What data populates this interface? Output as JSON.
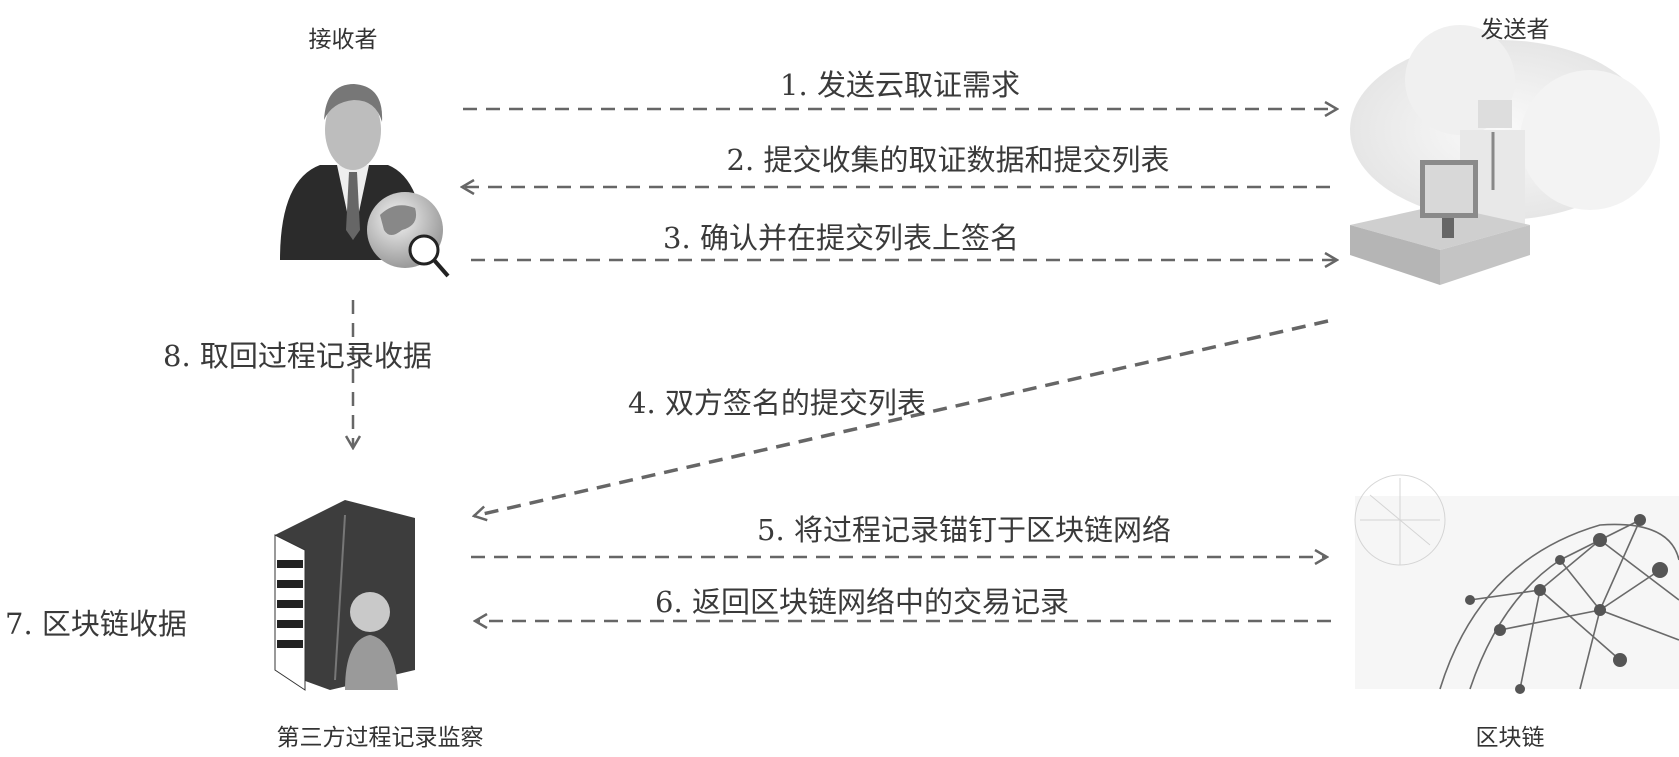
{
  "actors": {
    "receiver": "接收者",
    "sender": "发送者",
    "monitor": "第三方过程记录监察",
    "blockchain": "区块链"
  },
  "steps": [
    "1. 发送云取证需求",
    "2. 提交收集的取证数据和提交列表",
    "3. 确认并在提交列表上签名",
    "4. 双方签名的提交列表",
    "5. 将过程记录锚钉于区块链网络",
    "6. 返回区块链网络中的交易记录",
    "7. 区块链收据",
    "8. 取回过程记录收据"
  ],
  "colors": {
    "arrow": "#666666",
    "text": "#333333"
  }
}
